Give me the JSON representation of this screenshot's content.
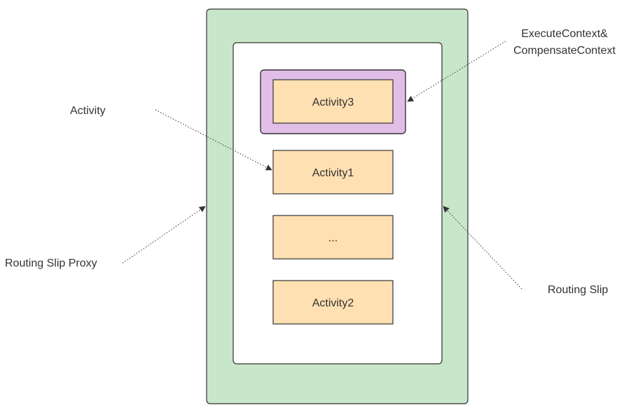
{
  "diagram": {
    "outer_container": {
      "role": "routing-slip-proxy-container",
      "fill": "#c8e6c9"
    },
    "inner_container": {
      "role": "routing-slip-container",
      "fill": "#ffffff"
    },
    "context_wrapper": {
      "role": "execute-compensate-context",
      "fill": "#e1bee7"
    },
    "activities": [
      {
        "label": "Activity3",
        "fill": "#ffe0b2"
      },
      {
        "label": "Activity1",
        "fill": "#ffe0b2"
      },
      {
        "label": "...",
        "fill": "#ffe0b2"
      },
      {
        "label": "Activity2",
        "fill": "#ffe0b2"
      }
    ],
    "annotations": {
      "activity": "Activity",
      "context_line1": "ExecuteContext&",
      "context_line2": "CompensateContext",
      "routing_slip_proxy": "Routing Slip Proxy",
      "routing_slip": "Routing Slip"
    },
    "colors": {
      "stroke": "#333333",
      "pointer": "#333333"
    }
  }
}
